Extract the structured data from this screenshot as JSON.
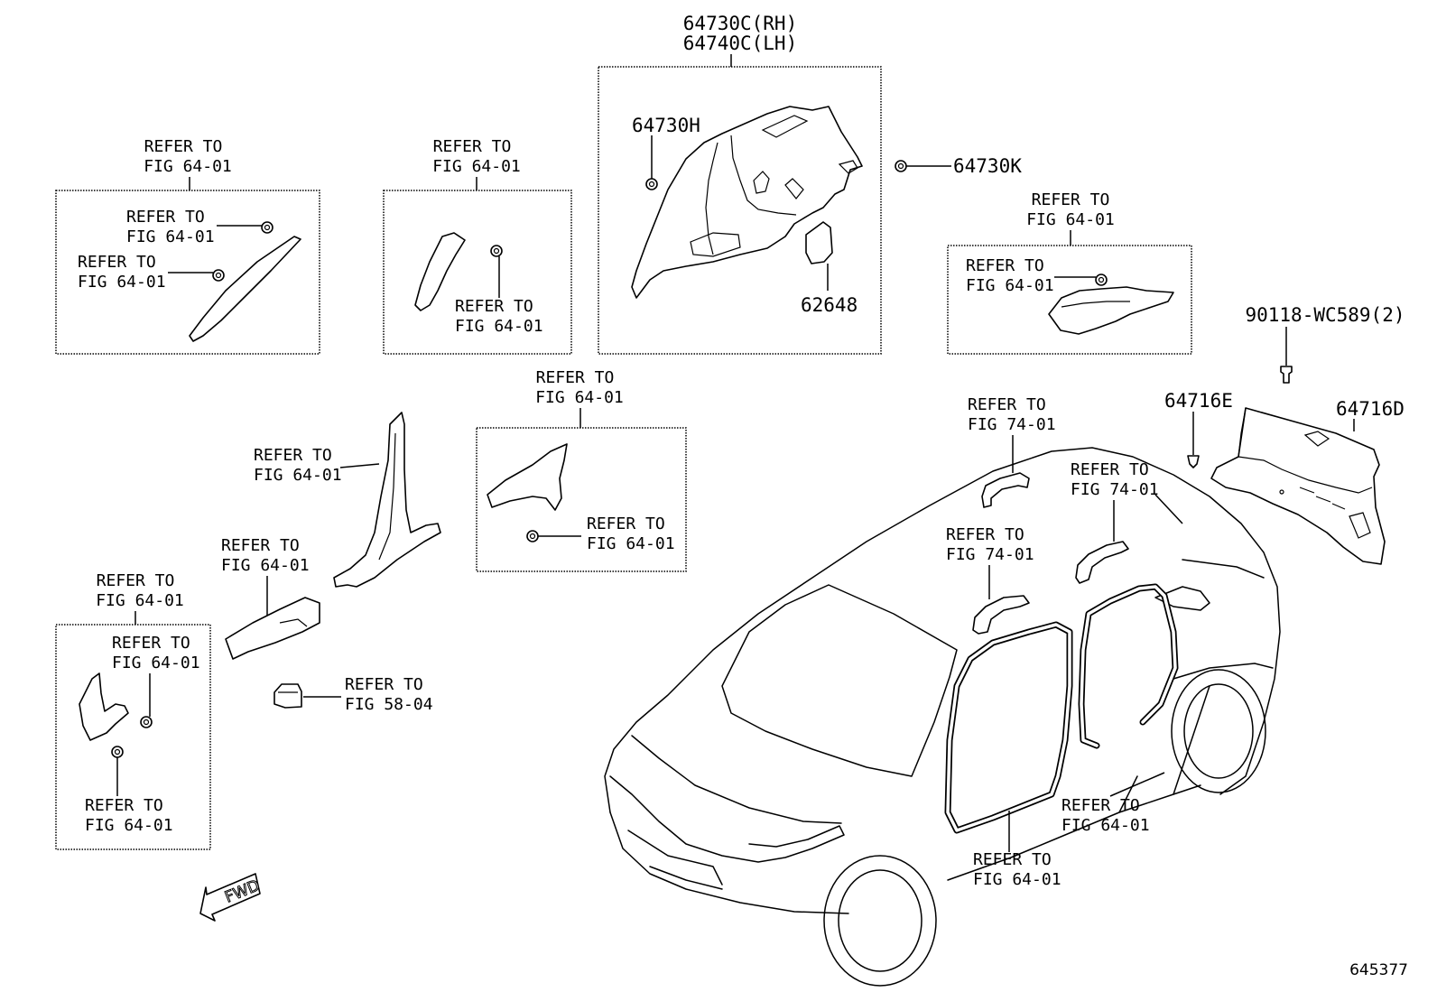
{
  "labels": {
    "top_rh": "64730C(RH)",
    "top_lh": "64740C(LH)",
    "p64730H": "64730H",
    "p64730K": "64730K",
    "p62648": "62648",
    "p90118": "90118-WC589(2)",
    "p64716E": "64716E",
    "p64716D": "64716D",
    "refer": "REFER TO",
    "fig6401": "FIG 64-01",
    "fig7401": "FIG 74-01",
    "fig5804": "FIG 58-04",
    "fwd": "FWD",
    "diagram_no": "645377"
  }
}
